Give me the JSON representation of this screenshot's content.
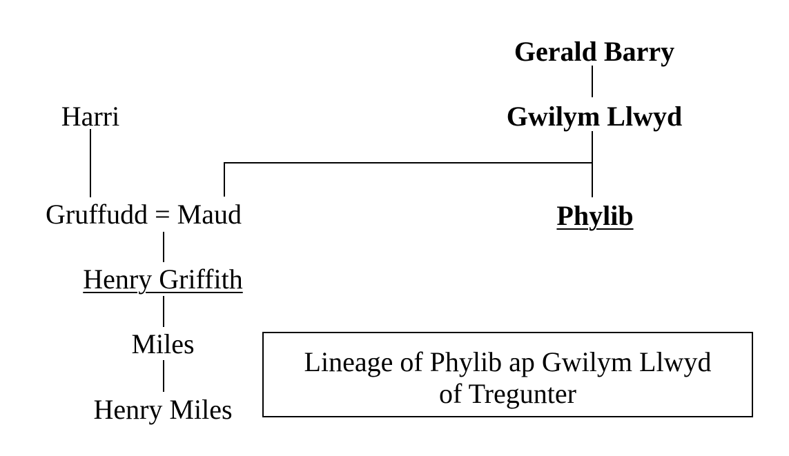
{
  "people": {
    "gerald_barry": "Gerald Barry",
    "gwilym_llwyd": "Gwilym Llwyd",
    "phylib": "Phylib",
    "harri": "Harri",
    "gruffudd_maud": "Gruffudd = Maud",
    "henry_griffith": "Henry Griffith",
    "miles": "Miles",
    "henry_miles": "Henry Miles"
  },
  "caption": {
    "line1": "Lineage of Phylib ap Gwilym Llwyd",
    "line2": "of Tregunter"
  }
}
